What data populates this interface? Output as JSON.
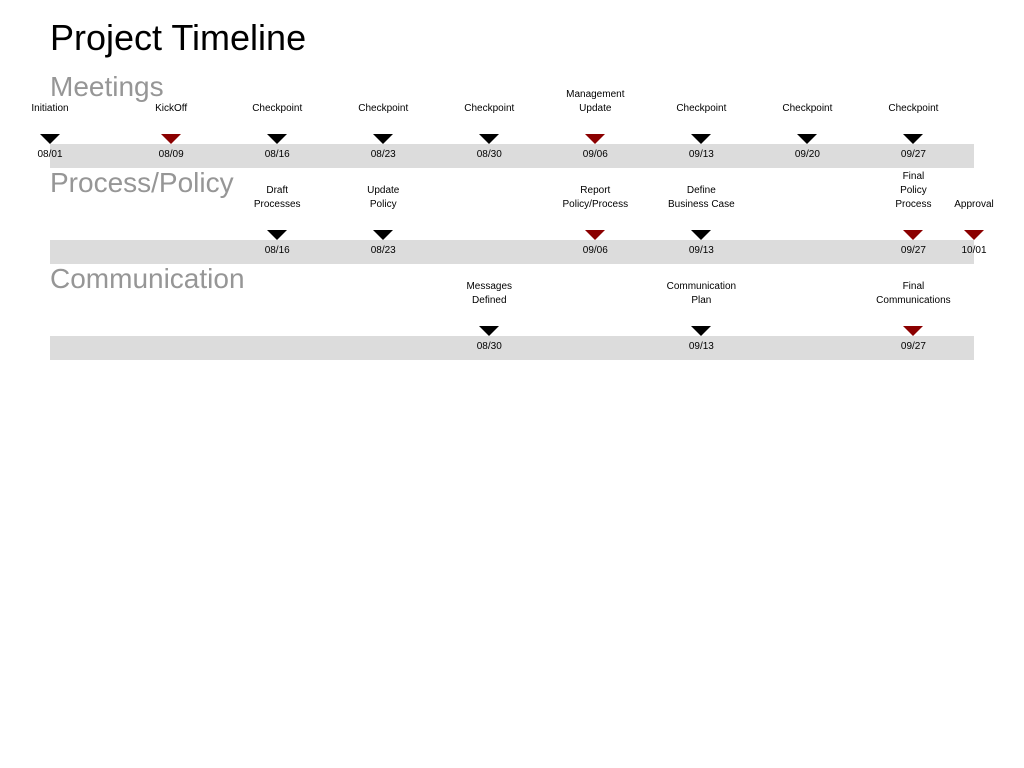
{
  "title": "Project Timeline",
  "colors": {
    "section_title": "#969696",
    "band": "#DCDCDC",
    "standard_marker": "#000000",
    "key_marker": "#8B0000",
    "text": "#000000"
  },
  "sections": [
    {
      "title": "Meetings",
      "milestones": [
        {
          "label": "Initiation",
          "date": "08/01",
          "marker": "standard"
        },
        {
          "label": "KickOff",
          "date": "08/09",
          "marker": "key"
        },
        {
          "label": "Checkpoint",
          "date": "08/16",
          "marker": "standard"
        },
        {
          "label": "Checkpoint",
          "date": "08/23",
          "marker": "standard"
        },
        {
          "label": "Checkpoint",
          "date": "08/30",
          "marker": "standard"
        },
        {
          "label": "Management\nUpdate",
          "date": "09/06",
          "marker": "key"
        },
        {
          "label": "Checkpoint",
          "date": "09/13",
          "marker": "standard"
        },
        {
          "label": "Checkpoint",
          "date": "09/20",
          "marker": "standard"
        },
        {
          "label": "Checkpoint",
          "date": "09/27",
          "marker": "standard"
        }
      ]
    },
    {
      "title": "Process/Policy",
      "milestones": [
        {
          "label": "Draft\nProcesses",
          "date": "08/16",
          "marker": "standard"
        },
        {
          "label": "Update\nPolicy",
          "date": "08/23",
          "marker": "standard"
        },
        {
          "label": "Report\nPolicy/Process",
          "date": "09/06",
          "marker": "key"
        },
        {
          "label": "Define\nBusiness Case",
          "date": "09/13",
          "marker": "standard"
        },
        {
          "label": "Final\nPolicy\nProcess",
          "date": "09/27",
          "marker": "key"
        },
        {
          "label": "Approval",
          "date": "10/01",
          "marker": "key"
        }
      ]
    },
    {
      "title": "Communication",
      "milestones": [
        {
          "label": "Messages\nDefined",
          "date": "08/30",
          "marker": "standard"
        },
        {
          "label": "Communication\nPlan",
          "date": "09/13",
          "marker": "standard"
        },
        {
          "label": "Final\nCommunications",
          "date": "09/27",
          "marker": "key"
        }
      ]
    }
  ]
}
